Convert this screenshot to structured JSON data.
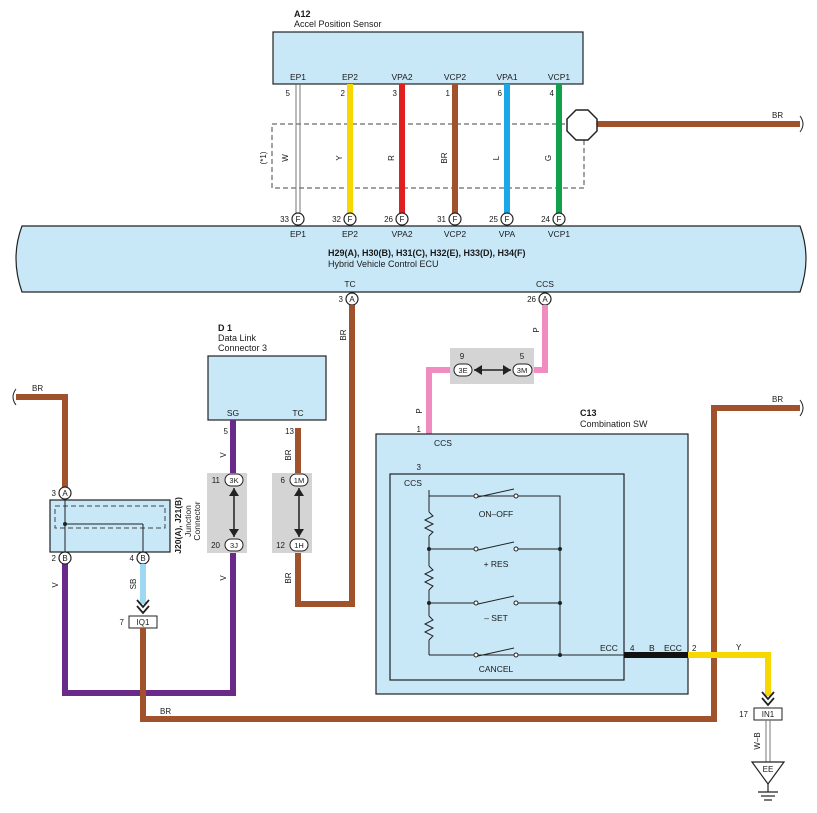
{
  "sensor": {
    "code": "A12",
    "name": "Accel Position Sensor",
    "pins": [
      "EP1",
      "EP2",
      "VPA2",
      "VCP2",
      "VPA1",
      "VCP1"
    ],
    "pin_numbers": [
      "5",
      "2",
      "3",
      "1",
      "6",
      "4"
    ],
    "wire_labels": [
      "W",
      "Y",
      "R",
      "BR",
      "L",
      "G"
    ],
    "shield_note": "(*1)"
  },
  "ecu": {
    "connectors": "H29(A), H30(B), H31(C), H32(E), H33(D), H34(F)",
    "name": "Hybrid Vehicle Control ECU",
    "pin_numbers": [
      "33",
      "32",
      "26",
      "31",
      "25",
      "24"
    ],
    "pin_letter": "F",
    "pins": [
      "EP1",
      "EP2",
      "VPA2",
      "VCP2",
      "VPA",
      "VCP1"
    ],
    "tc_label": "TC",
    "tc_num": "3",
    "tc_letter": "A",
    "ccs_label": "CCS",
    "ccs_num": "26",
    "ccs_letter": "A"
  },
  "dlc": {
    "code": "D 1",
    "name_line1": "Data Link",
    "name_line2": "Connector 3",
    "pin_sg": "SG",
    "pin_tc": "TC",
    "num_sg": "5",
    "num_tc": "13"
  },
  "junction": {
    "code": "J20(A), J21(B)",
    "name_line1": "Junction",
    "name_line2": "Connector",
    "pin_top_num": "3",
    "pin_top_letter": "A",
    "pin_bl_num": "2",
    "pin_bl_letter": "B",
    "pin_br_num": "4",
    "pin_br_letter": "B"
  },
  "combo": {
    "code": "C13",
    "name": "Combination SW",
    "ccs": "CCS",
    "ccs_inner": "CCS",
    "ccs_pin_top": "1",
    "ccs_pin_bottom": "3",
    "switches": [
      "ON–OFF",
      "+ RES",
      "– SET",
      "CANCEL"
    ],
    "ecc_inner": "ECC",
    "ecc_pin": "4",
    "ecc_wire": "B",
    "ecc_outer": "ECC",
    "ecc_out_pin": "2"
  },
  "connectors": {
    "c3e_num": "9",
    "c3e": "3E",
    "c3m_num": "5",
    "c3m": "3M",
    "c3k_num": "11",
    "c3k": "3K",
    "c3j_num": "20",
    "c3j": "3J",
    "c1m_num": "6",
    "c1m": "1M",
    "c1h_num": "12",
    "c1h": "1H",
    "iq1_num": "7",
    "iq1": "IQ1",
    "in1_num": "17",
    "in1": "IN1",
    "ground": "EE"
  },
  "wires": {
    "br": "BR",
    "p": "P",
    "r": "R",
    "v": "V",
    "sb": "SB",
    "y": "Y",
    "wb": "W–B"
  },
  "colors": {
    "box_fill": "#c8e8f8",
    "brown": "#a0522d",
    "yellow": "#f6d800",
    "red": "#e0201f",
    "blue": "#1aa8e8",
    "green": "#12a14b",
    "pink": "#f08cc0",
    "purple": "#6a2a8a",
    "light_blue": "#9ed8f2",
    "black": "#111111",
    "gray_block": "#d4d4d4"
  }
}
